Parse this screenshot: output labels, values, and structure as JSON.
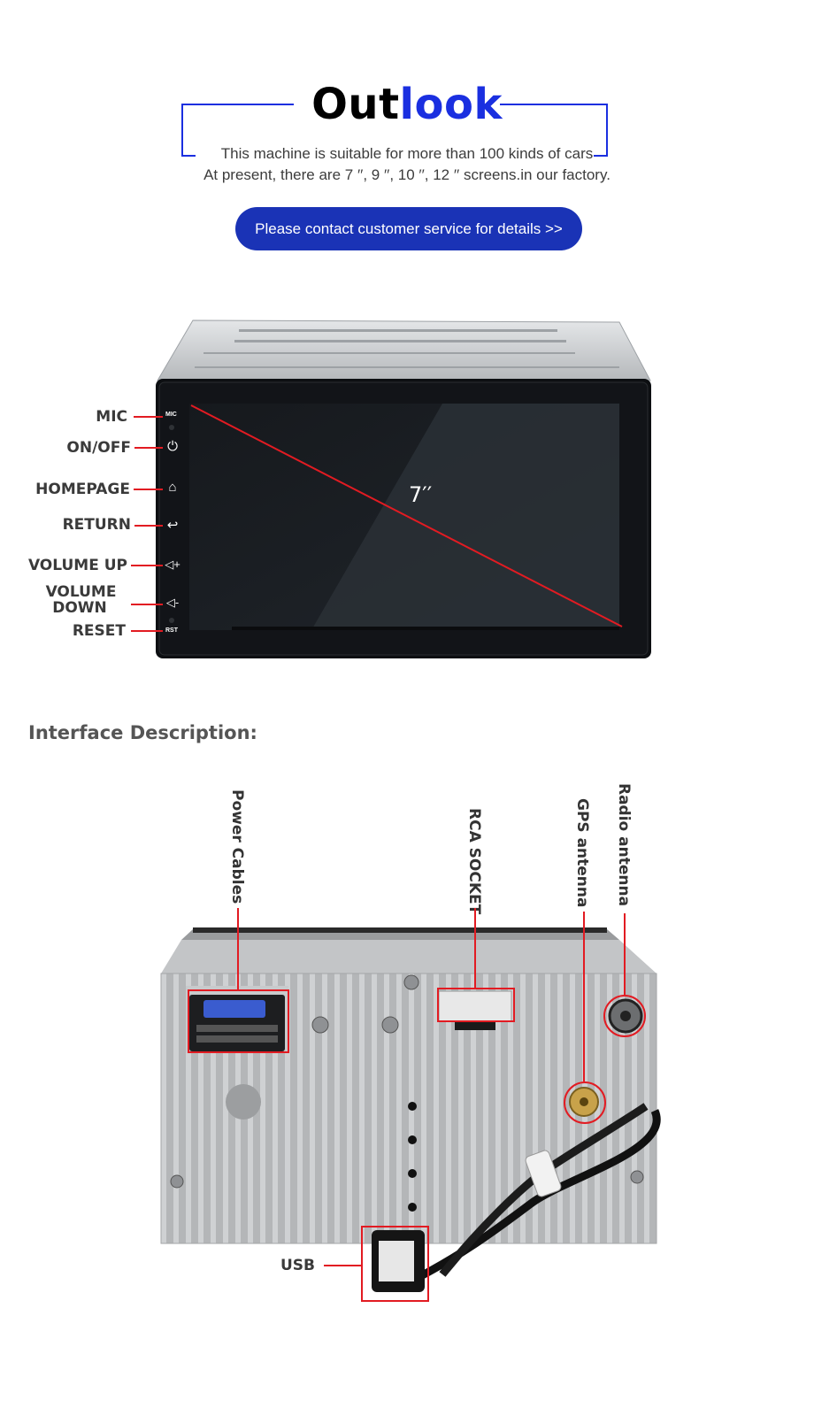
{
  "header": {
    "title_part1": "Out",
    "title_part2": "look",
    "line1": "This machine is suitable for more than 100 kinds of cars",
    "line2": "At present, there are 7 ′′, 9 ′′, 10 ′′, 12 ′′ screens.in our factory.",
    "contact_button": "Please contact customer service for details >>"
  },
  "front_panel": {
    "screen_size": "7′′",
    "buttons": [
      {
        "label": "MIC",
        "icon": "mic-icon",
        "tag": "MIC"
      },
      {
        "label": "ON/OFF",
        "icon": "power-icon"
      },
      {
        "label": "HOMEPAGE",
        "icon": "home-icon"
      },
      {
        "label": "RETURN",
        "icon": "return-icon"
      },
      {
        "label": "VOLUME UP",
        "icon": "volume-up-icon"
      },
      {
        "label_line1": "VOLUME",
        "label_line2": "DOWN",
        "icon": "volume-down-icon"
      },
      {
        "label": "RESET",
        "icon": "reset-icon",
        "tag": "RST"
      }
    ]
  },
  "interface": {
    "heading": "Interface Description:",
    "power": "Power Cables",
    "rca": "RCA SOCKET",
    "gps": "GPS antenna",
    "radio": "Radio antenna",
    "usb": "USB"
  },
  "colors": {
    "accent_blue": "#1a2fe0",
    "button_blue": "#1a33b6",
    "callout_red": "#e21b22"
  }
}
